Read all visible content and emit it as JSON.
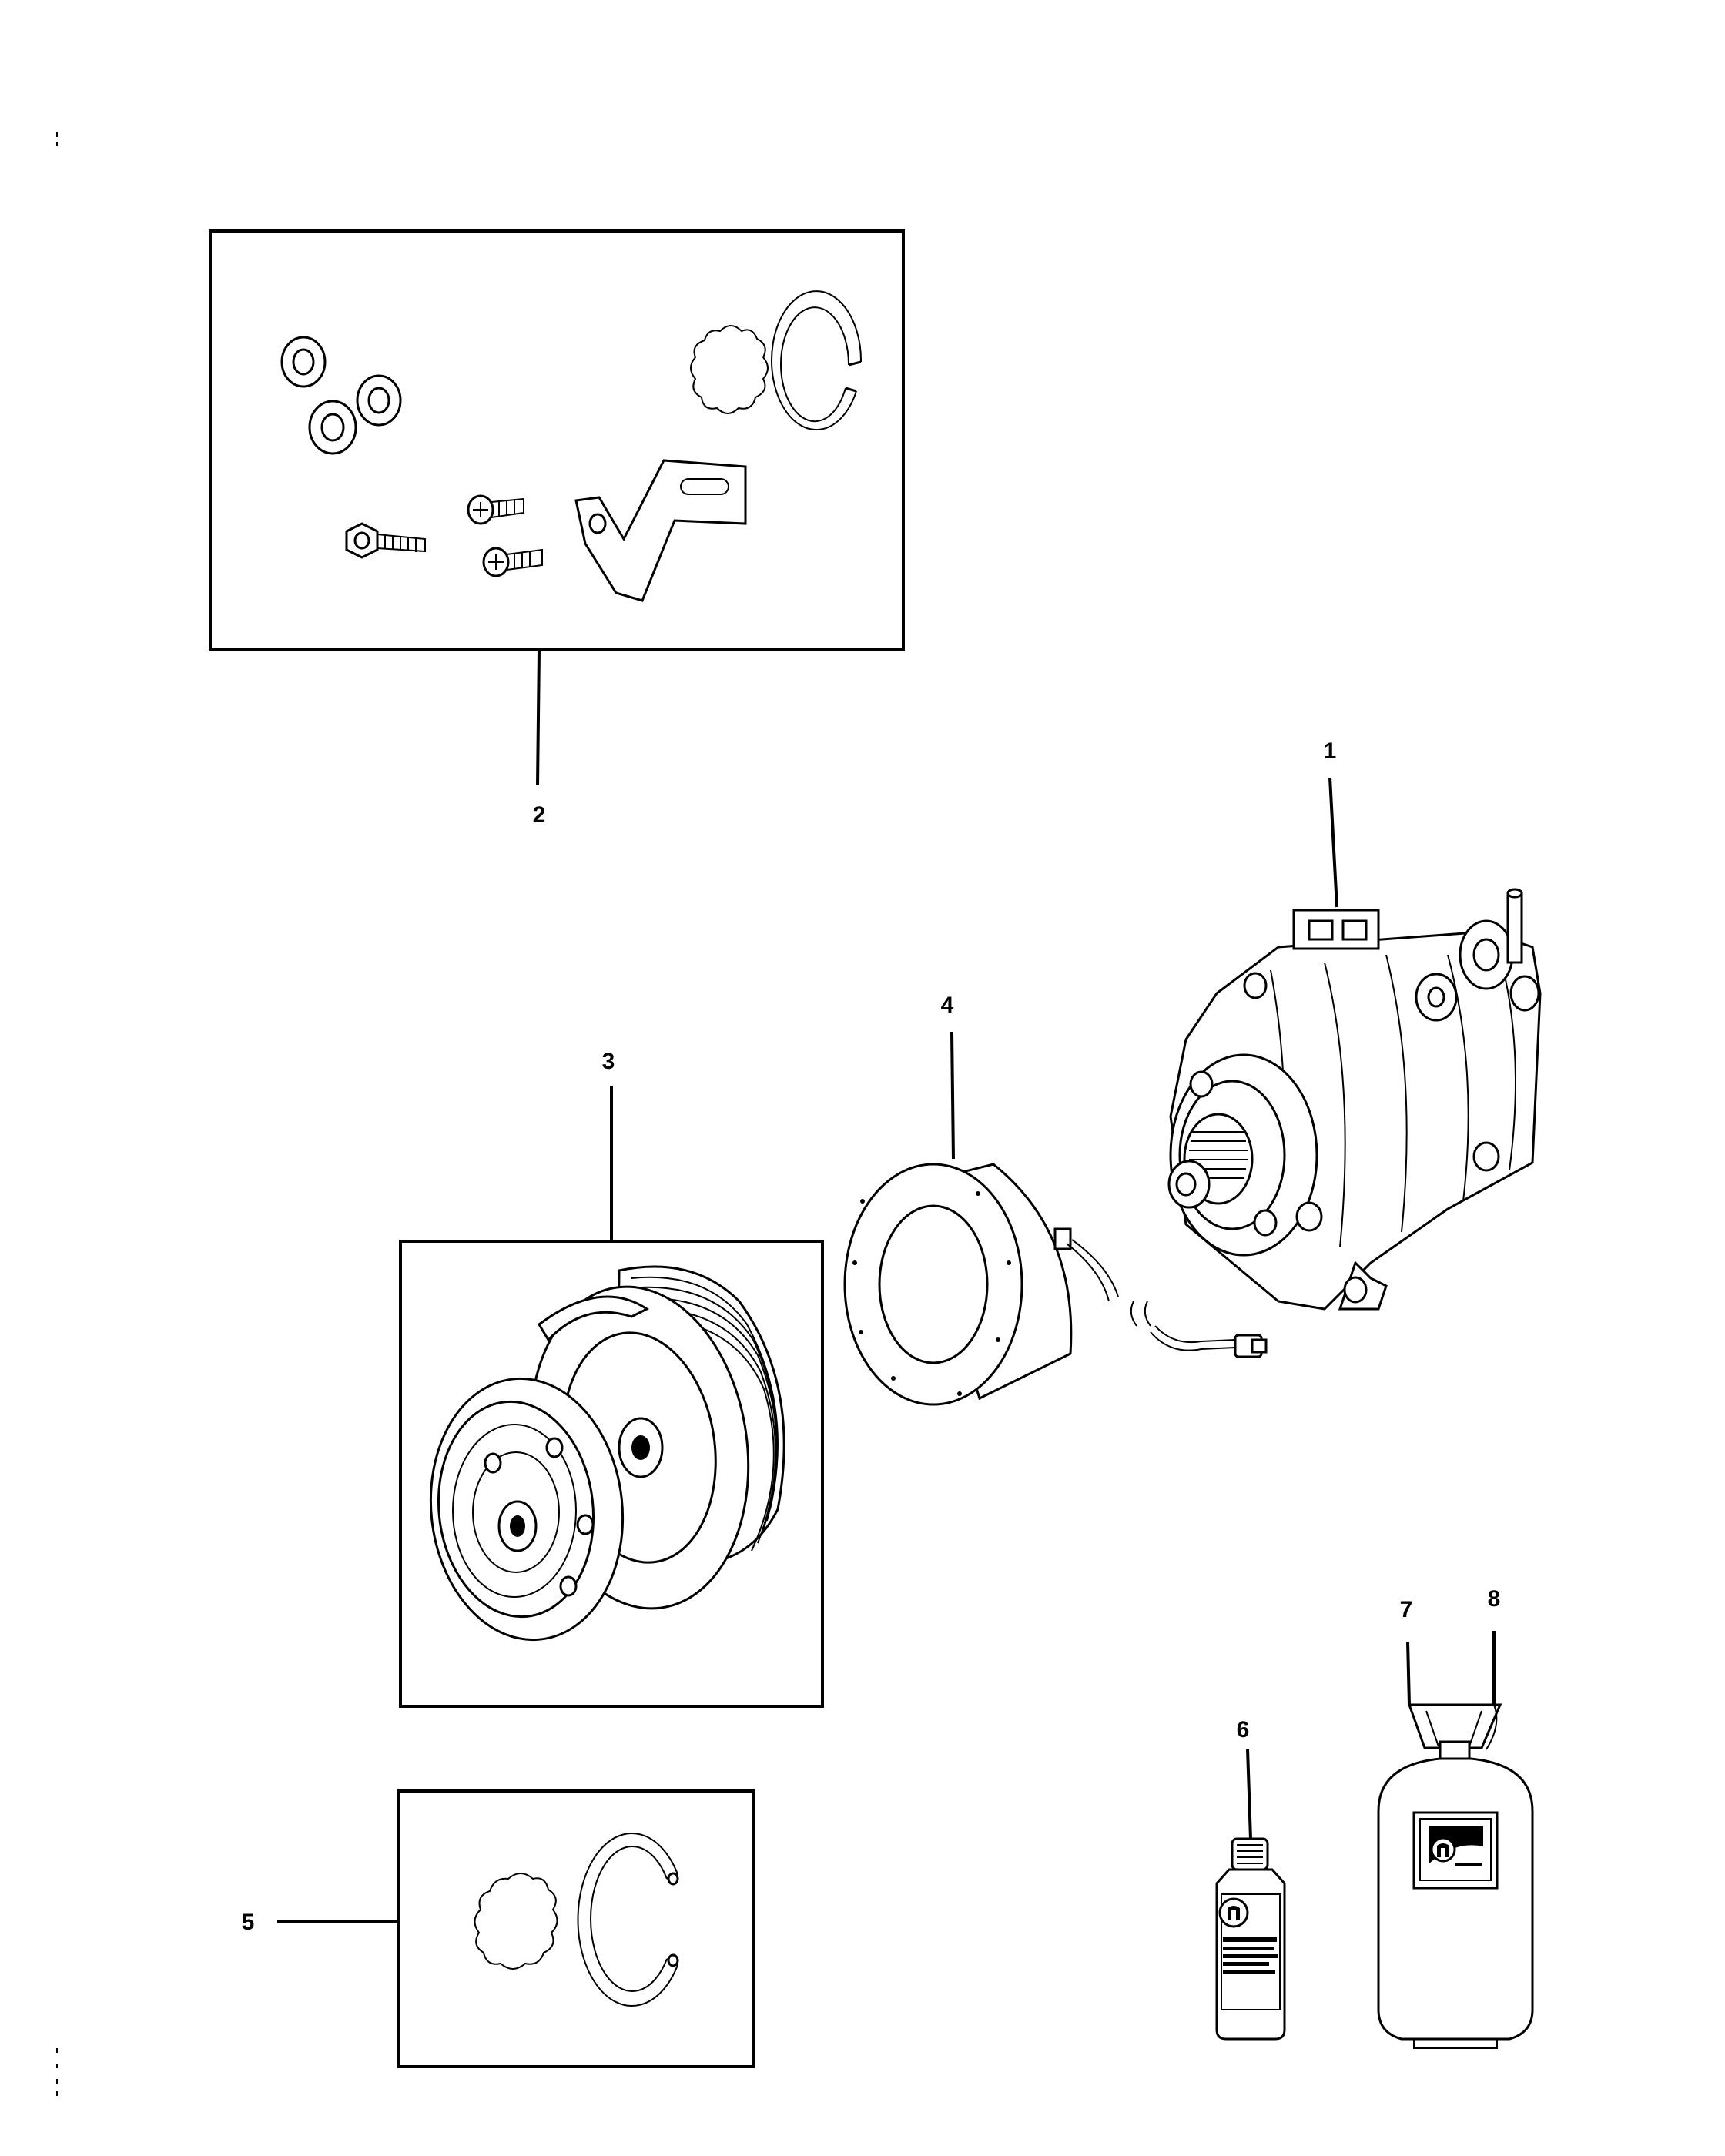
{
  "callouts": {
    "c1": "1",
    "c2": "2",
    "c3": "3",
    "c4": "4",
    "c5": "5",
    "c6": "6",
    "c7": "7",
    "c8": "8"
  },
  "parts": [
    {
      "callout": "1",
      "icon": "ac-compressor-icon"
    },
    {
      "callout": "2",
      "icon": "hardware-kit-icon"
    },
    {
      "callout": "3",
      "icon": "clutch-pulley-icon"
    },
    {
      "callout": "4",
      "icon": "field-coil-icon"
    },
    {
      "callout": "5",
      "icon": "snap-ring-kit-icon"
    },
    {
      "callout": "6",
      "icon": "oil-bottle-icon"
    },
    {
      "callout": "7",
      "icon": "refrigerant-tank-icon"
    },
    {
      "callout": "8",
      "icon": "refrigerant-tank-icon"
    }
  ],
  "colors": {
    "line": "#000000",
    "background": "#ffffff"
  }
}
